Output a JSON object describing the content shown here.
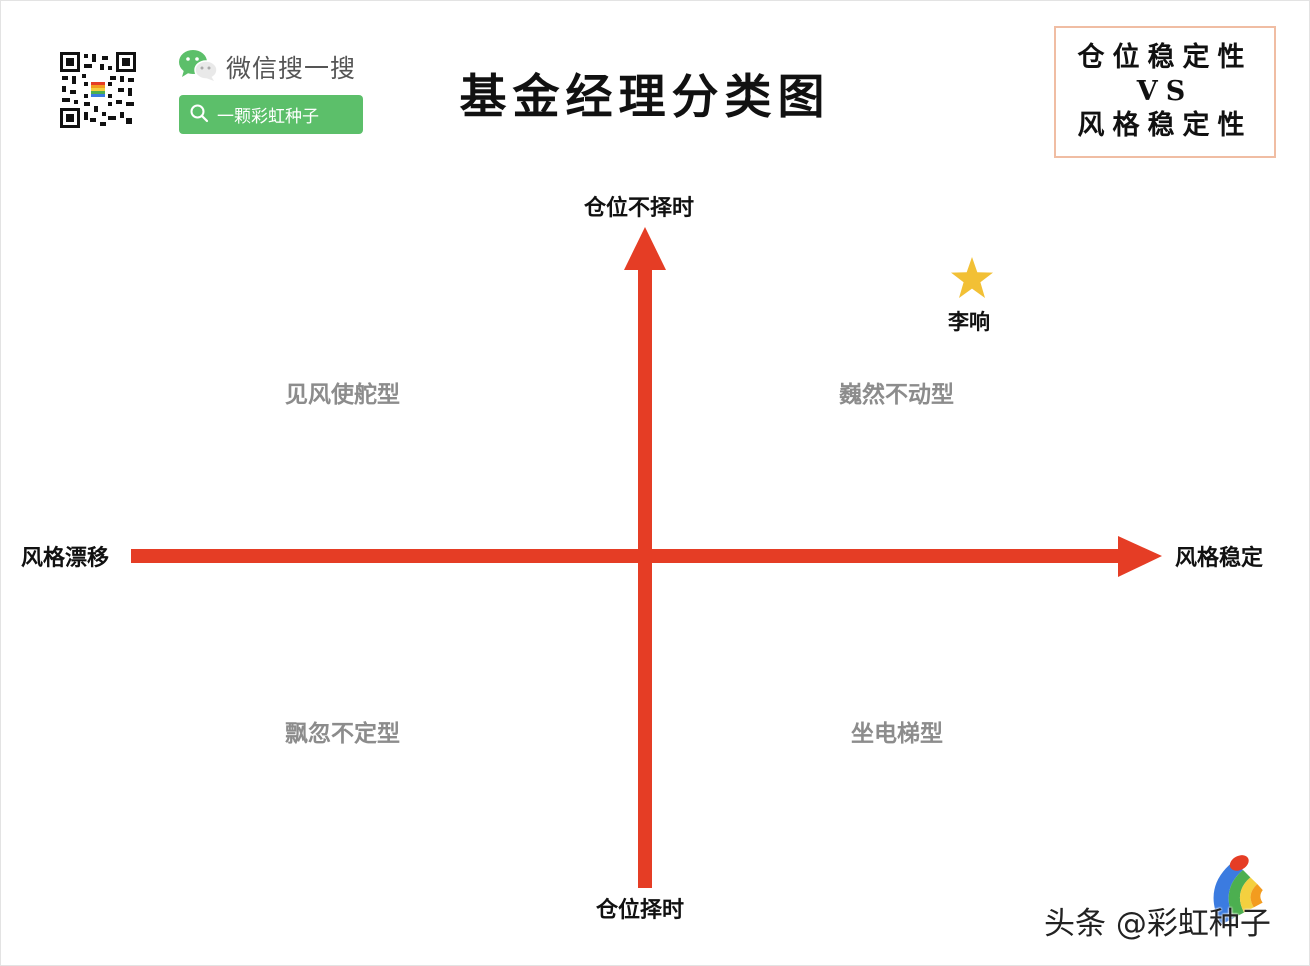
{
  "title": "基金经理分类图",
  "brand": {
    "wechat_search_text": "微信搜一搜",
    "search_pill_text": "一颗彩虹种子",
    "qr_icon": "qr-code-icon",
    "wechat_icon": "wechat-icon",
    "search_icon": "search-icon"
  },
  "vs_box": {
    "line1": "仓位稳定性",
    "line2": "VS",
    "line3": "风格稳定性"
  },
  "axes": {
    "y_top": "仓位不择时",
    "y_bottom": "仓位择时",
    "x_left": "风格漂移",
    "x_right": "风格稳定"
  },
  "quadrants": {
    "top_left": "见风使舵型",
    "top_right": "巍然不动型",
    "bottom_left": "飘忽不定型",
    "bottom_right": "坐电梯型"
  },
  "marker": {
    "name": "李响",
    "icon": "star-icon",
    "color": "#f2c035"
  },
  "watermark": "头条 @彩虹种子",
  "colors": {
    "axis": "#e53d25",
    "pill": "#5cbf6a",
    "vs_border": "#f0bda3",
    "quadrant_text": "#8c8c8c"
  }
}
